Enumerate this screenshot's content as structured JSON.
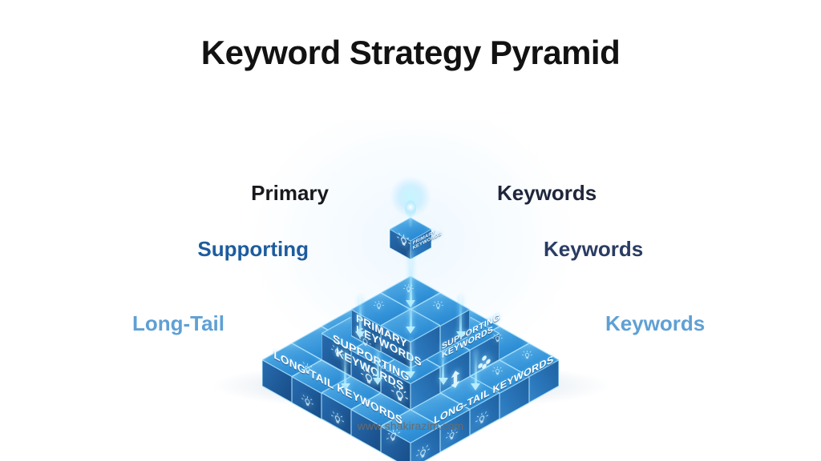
{
  "page": {
    "title": "Keyword Strategy Pyramid",
    "footer_url": "www.shakirazim.com",
    "background_color": "#ffffff"
  },
  "colors": {
    "title": "#121212",
    "primary_label": "#18191d",
    "primary_label_right": "#20263b",
    "supporting_label": "#1d5c9e",
    "supporting_label_right": "#2a3c63",
    "longtail_label": "#5fa0d4",
    "cube_blue_dark": "#123f72",
    "cube_blue_mid": "#1b6cb4",
    "cube_blue_light": "#5fb4ea",
    "glow_cyan": "#b9ecff",
    "footer_text": "#6b6b6b"
  },
  "labels": {
    "primary": {
      "left": "Primary",
      "right": "Keywords"
    },
    "supporting": {
      "left": "Supporting",
      "right": "Keywords"
    },
    "longtail": {
      "left": "Long-Tail",
      "right": "Keywords"
    }
  },
  "pyramid": {
    "tiers": [
      {
        "id": "apex",
        "name": "Primary Keywords apex cube",
        "cube_count": 1,
        "face_left_icon": "lightbulb-icon",
        "face_right_text": "PRIMARY KEYWORDS"
      },
      {
        "id": "tier-2",
        "name": "Primary / Supporting tier",
        "cube_count": 4,
        "grid": "2x2",
        "face_left_text": "PRIMARY KEYWORDS",
        "face_right_text": "SUPPORTING KEYWORDS"
      },
      {
        "id": "tier-3",
        "name": "Supporting Keywords tier",
        "cube_count": 9,
        "grid": "3x3",
        "face_left_text": "SUPPORTING KEYWORDS",
        "icons": [
          "lightbulb-icon",
          "lightbulb-icon",
          "lightbulb-icon",
          "up-down-arrow-icon",
          "cluster-dots-icon"
        ]
      },
      {
        "id": "tier-4",
        "name": "Long-Tail Keywords base tier",
        "cube_count": 25,
        "grid": "5x5",
        "face_left_text": "LONG-TAIL KEYWORDS",
        "face_right_text": "LONG-TAIL KEYWORDS",
        "icons": [
          "lightbulb-icon"
        ]
      }
    ],
    "apex_light": "glowing-beam"
  },
  "face_text": {
    "primary_keywords": "PRIMARY KEYWORDS",
    "primary_keywords_line1": "PRIMARY",
    "primary_keywords_line2": "KEYWORDS",
    "supporting_keywords_line1": "SUPPORTING",
    "supporting_keywords_line2": "KEYWORDS",
    "longtail_keywords": "LONG-TAIL KEYWORDS"
  },
  "chart_data": {
    "type": "pyramid",
    "title": "Keyword Strategy Pyramid",
    "levels": [
      {
        "name": "Primary Keywords",
        "tier": 1,
        "cubes": 1,
        "width_ratio": 0.12,
        "label_left": "Primary",
        "label_right": "Keywords"
      },
      {
        "name": "Primary Keywords",
        "tier": 2,
        "cubes": 4,
        "width_ratio": 0.36,
        "label_left": "Primary",
        "label_right": "Keywords"
      },
      {
        "name": "Supporting Keywords",
        "tier": 3,
        "cubes": 9,
        "width_ratio": 0.64,
        "label_left": "Supporting",
        "label_right": "Keywords"
      },
      {
        "name": "Long-Tail Keywords",
        "tier": 4,
        "cubes": 25,
        "width_ratio": 1.0,
        "label_left": "Long-Tail",
        "label_right": "Keywords"
      }
    ],
    "orientation": "bottom-heavy",
    "legend": [
      "Primary Keywords",
      "Supporting Keywords",
      "Long-Tail Keywords"
    ]
  }
}
